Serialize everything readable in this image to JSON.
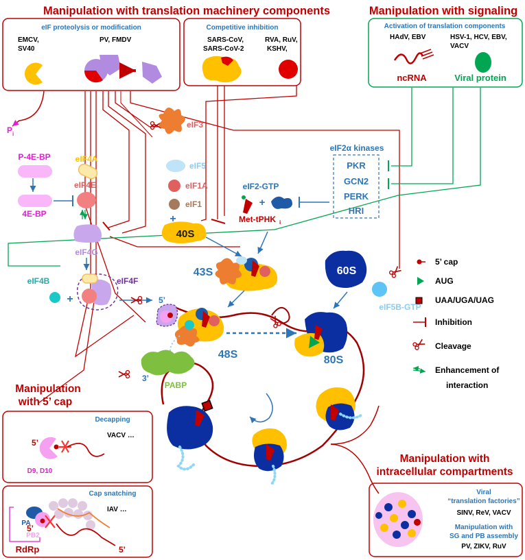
{
  "headers": {
    "machinery": "Manipulation with translation machinery components",
    "signaling": "Manipulation with signaling",
    "cap": [
      "Manipulation",
      "with 5’ cap"
    ],
    "compartments": [
      "Manipulation with",
      "intracellular compartments"
    ]
  },
  "boxes": {
    "proteolysis": {
      "title": "eIF proteolysis or modification",
      "viruses_left": [
        "EMCV,",
        "SV40"
      ],
      "viruses_right": "PV, FMDV"
    },
    "competitive": {
      "title": "Competitive inhibition",
      "viruses_left": [
        "SARS-CoV,",
        "SARS-CoV-2"
      ],
      "viruses_right": [
        "RVA, RuV,",
        "KSHV,"
      ]
    },
    "activation": {
      "title": "Activation of translation components",
      "viruses_left": "HAdV, EBV",
      "viruses_right": [
        "HSV-1, HCV, EBV,",
        "VACV"
      ],
      "ncrna": "ncRNA",
      "viral_protein": "Viral protein"
    },
    "decapping": {
      "title": "Decapping",
      "viruses": "VACV …",
      "five_prime": "5’",
      "enzymes": "D9, D10"
    },
    "cap_snatching": {
      "title": "Cap snatching",
      "viruses": "IAV …",
      "pa": "PA",
      "pb2": "PB2",
      "five_prime_a": "5’",
      "five_prime_b": "5’",
      "rdrp": "RdRp"
    },
    "factories": {
      "title": [
        "Viral",
        "“translation factories”"
      ],
      "viruses": "SINV, ReV, VACV",
      "sg_title": [
        "Manipulation with",
        "SG and PB assembly"
      ],
      "sg_viruses": "PV, ZIKV, RuV"
    }
  },
  "factors": {
    "pi": "P",
    "pi_sub": "i",
    "p4ebp": "P-4E-BP",
    "ebp": "4E-BP",
    "eif4a": "eIF4A",
    "eif4e": "eIF4E",
    "eif4g": "eIF4G",
    "eif4b": "eIF4B",
    "eif4f": "eIF4F",
    "plus1": "+",
    "eif3": "eIF3",
    "eif5": "eIF5",
    "eif1a": "eIF1A",
    "eif1": "eIF1",
    "plus2": "+",
    "s40": "40S",
    "eif2gtp": "eIF2-GTP",
    "plus3": "+",
    "met": "Met-tPHK",
    "met_sub": "i",
    "kinases_title": "eIF2α kinases",
    "kinases": [
      "PKR",
      "GCN2",
      "PERK",
      "HRI"
    ],
    "s43": "43S",
    "s48": "48S",
    "s60": "60S",
    "s80": "80S",
    "eif5b": "eIF5B-GTP",
    "pabp": "PABP",
    "five_prime": "5’",
    "three_prime": "3’"
  },
  "legend": [
    {
      "icon": "cap-icon",
      "label": "5’ cap"
    },
    {
      "icon": "aug-icon",
      "label": "AUG"
    },
    {
      "icon": "stop-codon-icon",
      "label": "UAA/UGA/UAG"
    },
    {
      "icon": "inhibition-icon",
      "label": "Inhibition"
    },
    {
      "icon": "scissors-icon",
      "label": "Cleavage"
    },
    {
      "icon": "enhancement-icon",
      "label": "Enhancement of"
    },
    {
      "icon": "",
      "label": "interaction"
    }
  ],
  "colors": {
    "red": "#c00000",
    "blue": "#2e75b6",
    "green": "#00a651",
    "magenta": "#e020d0",
    "yellow": "#ffc000",
    "navy": "#002fa7",
    "orange": "#ed7d31",
    "purple": "#b18be0"
  }
}
